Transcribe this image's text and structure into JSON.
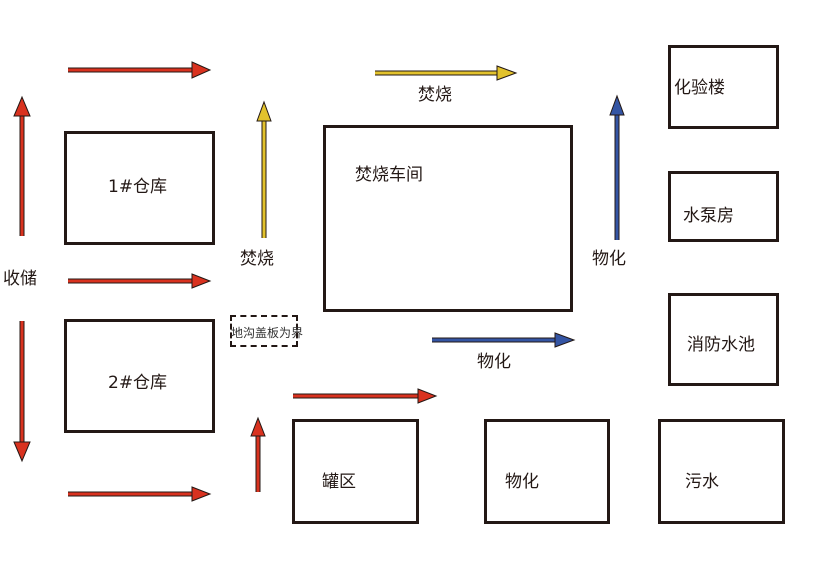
{
  "colors": {
    "red": "#d9321f",
    "yellow": "#e2c22c",
    "blue": "#3455a4",
    "border": "#231815"
  },
  "labels": {
    "storage": "收储",
    "warehouse1": "1#仓库",
    "warehouse2": "2#仓库",
    "incineration_left": "焚烧",
    "incineration_top": "焚烧",
    "incineration_workshop": "焚烧车间",
    "physchem_right": "物化",
    "physchem_bottom": "物化",
    "boundary": "地沟盖板为界",
    "lab_building": "化验楼",
    "pump_house": "水泵房",
    "fire_pool": "消防水池",
    "tank_area": "罐区",
    "physchem_box": "物化",
    "sewage": "污水"
  }
}
